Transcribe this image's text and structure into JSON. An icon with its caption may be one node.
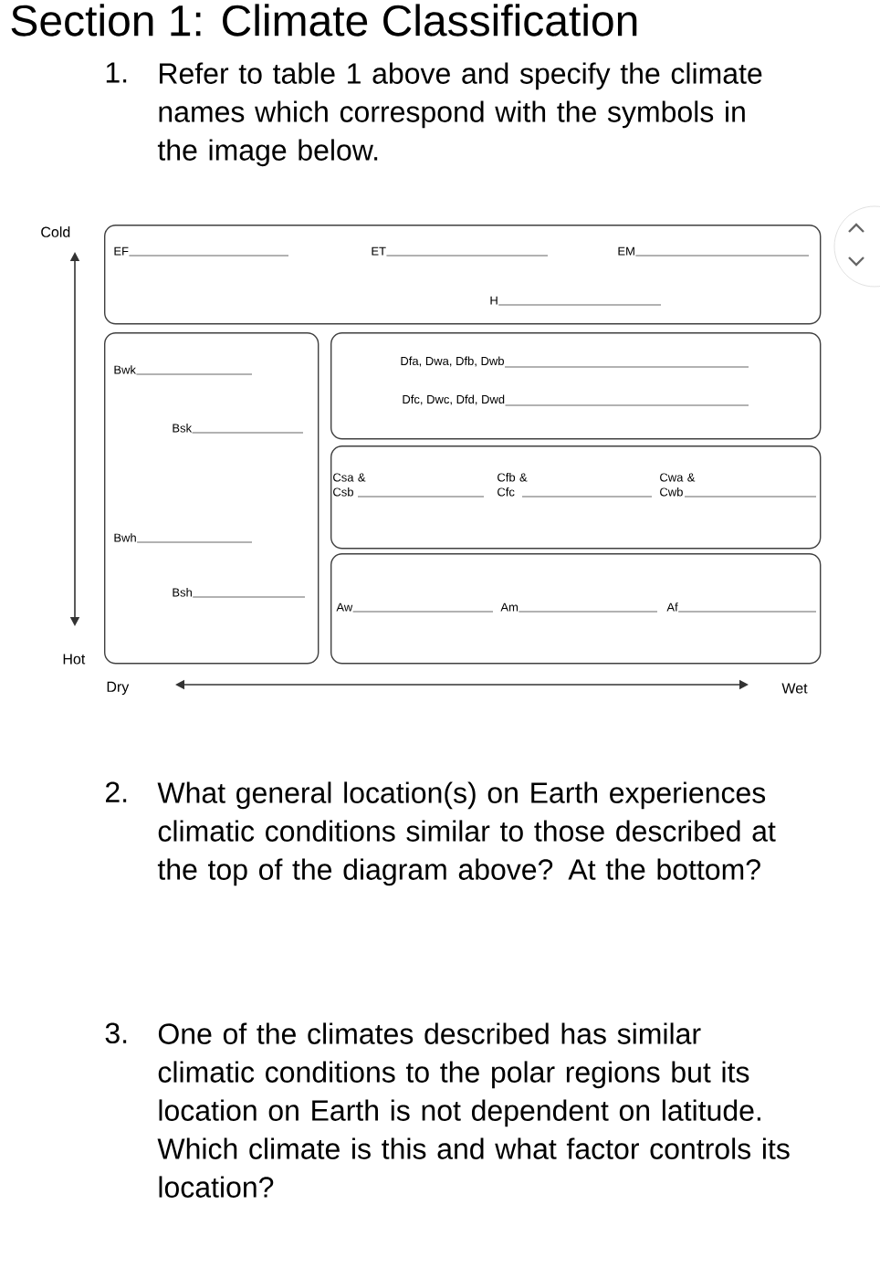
{
  "diagram": {
    "title": "Section 1: Climate Classification",
    "nodes": [
      {
        "text": [
          "EF",
          "ET",
          "EM",
          "H"
        ]
      },
      {
        "text": [
          "Bwk",
          "Bsk",
          "Bwh",
          "Bsh"
        ]
      },
      {
        "text": [
          "Dfa, Dwa, Dfb, Dwb",
          "Dfc, Dwc, Dfd, Dwd"
        ]
      },
      {
        "text": [
          "Csa & Csb",
          "Cfb & Cfc",
          "Cwa & Cwb"
        ]
      },
      {
        "text": [
          "Aw",
          "Am",
          "Af"
        ]
      }
    ],
    "labels": [
      "1.",
      "Refer to table 1 above and specify the climate names which correspond with the symbols in the image below.",
      "Cold",
      "Hot",
      "Dry",
      "Wet",
      "2.",
      "What general location(s) on Earth experiences climatic conditions similar to those described at the top of the diagram above? At the bottom?",
      "3.",
      "One of the climates described has similar climatic conditions to the polar regions but its location on Earth is not dependent on latitude. Which climate is this and what factor controls its location?"
    ]
  }
}
